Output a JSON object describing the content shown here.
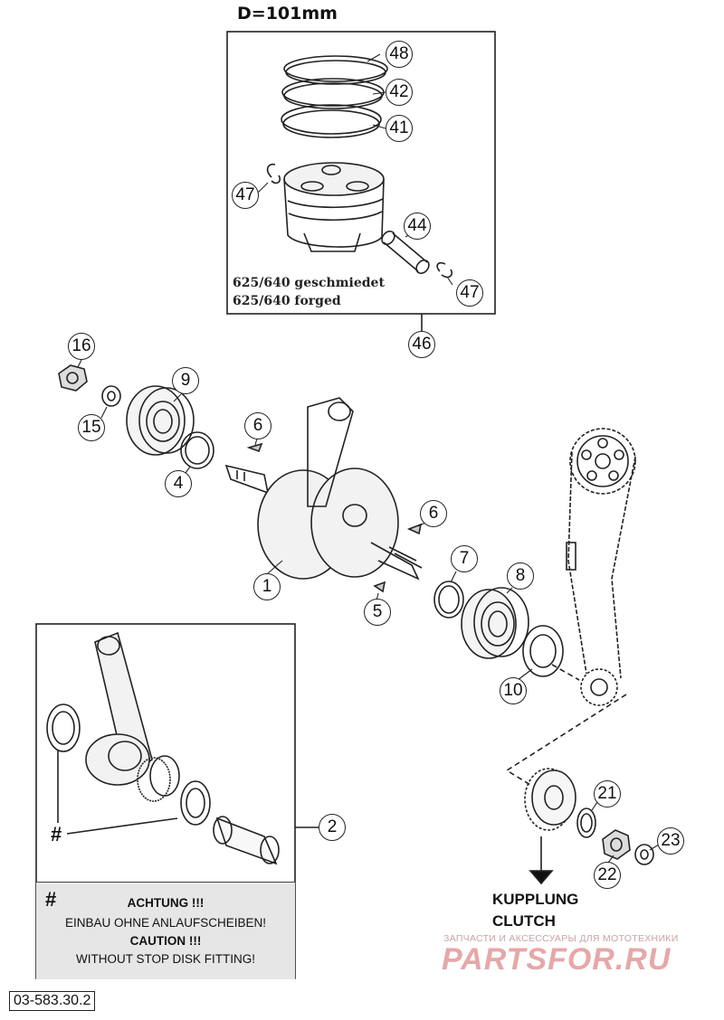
{
  "header": {
    "title": "D=101mm"
  },
  "piston_box": {
    "note_line1": "625/640  geschmiedet",
    "note_line2": "625/640  forged"
  },
  "callouts": {
    "c48": "48",
    "c42": "42",
    "c41": "41",
    "c47a": "47",
    "c44": "44",
    "c47b": "47",
    "c46": "46",
    "c16": "16",
    "c9": "9",
    "c15": "15",
    "c4": "4",
    "c6a": "6",
    "c6b": "6",
    "c1": "1",
    "c5": "5",
    "c7": "7",
    "c8": "8",
    "c10": "10",
    "c2": "2",
    "c21": "21",
    "c23": "23",
    "c22": "22"
  },
  "conrod_box": {
    "hash_marker": "#",
    "warning": {
      "hash": "#",
      "line1": "ACHTUNG !!!",
      "line2": "EINBAU OHNE ANLAUFSCHEIBEN!",
      "line3": "CAUTION !!!",
      "line4": "WITHOUT STOP DISK FITTING!"
    }
  },
  "clutch_label": {
    "line1": "KUPPLUNG",
    "line2": "CLUTCH"
  },
  "watermark": {
    "tagline": "ЗАПЧАСТИ И АКСЕССУАРЫ ДЛЯ МОТОТЕХНИКИ",
    "brand": "PARTSFOR.RU"
  },
  "footer": {
    "part_number": "03-583.30.2"
  }
}
